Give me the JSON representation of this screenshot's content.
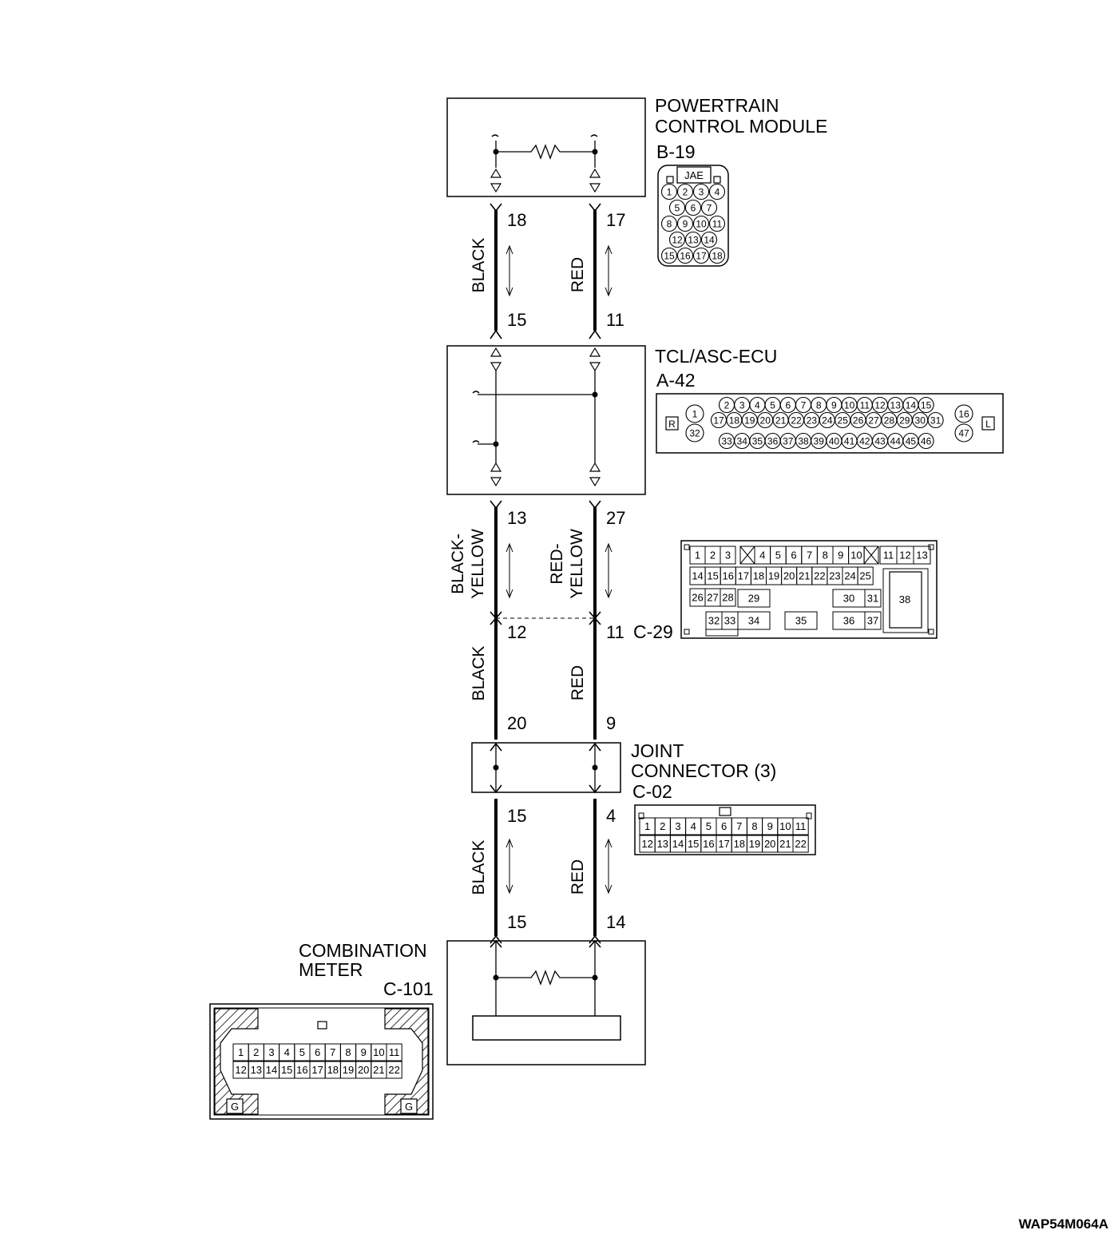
{
  "components": {
    "pcm": {
      "title1": "POWERTRAIN",
      "title2": "CONTROL MODULE",
      "connector": "B-19",
      "brand": "JAE"
    },
    "tcl": {
      "title": "TCL/ASC-ECU",
      "connector": "A-42",
      "left_mark": "R",
      "right_mark": "L"
    },
    "c29": {
      "connector": "C-29"
    },
    "joint": {
      "title1": "JOINT",
      "title2": "CONNECTOR (3)",
      "connector": "C-02"
    },
    "meter": {
      "title1": "COMBINATION",
      "title2": "METER",
      "connector": "C-101",
      "mark": "G"
    }
  },
  "wires": {
    "seg1": {
      "left_label": "BLACK",
      "right_label": "RED",
      "left_top": "18",
      "right_top": "17",
      "left_bottom": "15",
      "right_bottom": "11"
    },
    "seg2": {
      "left_label1": "BLACK-",
      "left_label2": "YELLOW",
      "right_label1": "RED-",
      "right_label2": "YELLOW",
      "left_top": "13",
      "right_top": "27",
      "left_bottom": "12",
      "right_bottom": "11"
    },
    "seg3": {
      "left_label": "BLACK",
      "right_label": "RED",
      "left_bottom": "20",
      "right_bottom": "9"
    },
    "seg4": {
      "left_label": "BLACK",
      "right_label": "RED",
      "left_top": "15",
      "right_top": "4",
      "left_bottom": "15",
      "right_bottom": "14"
    }
  },
  "b19_pins": [
    [
      "1",
      "2",
      "3",
      "4"
    ],
    [
      "5",
      "6",
      "7"
    ],
    [
      "8",
      "9",
      "10",
      "11"
    ],
    [
      "12",
      "13",
      "14"
    ],
    [
      "15",
      "16",
      "17",
      "18"
    ]
  ],
  "a42_pins": {
    "left": [
      "1",
      "32"
    ],
    "top": [
      "2",
      "3",
      "4",
      "5",
      "6",
      "7",
      "8",
      "9",
      "10",
      "11",
      "12",
      "13",
      "14",
      "15"
    ],
    "middle": [
      "17",
      "18",
      "19",
      "20",
      "21",
      "22",
      "23",
      "24",
      "25",
      "26",
      "27",
      "28",
      "29",
      "30",
      "31"
    ],
    "bottom": [
      "33",
      "34",
      "35",
      "36",
      "37",
      "38",
      "39",
      "40",
      "41",
      "42",
      "43",
      "44",
      "45",
      "46"
    ],
    "right": [
      "16",
      "47"
    ]
  },
  "c29_pins": {
    "row1a": [
      "1",
      "2",
      "3"
    ],
    "row1b": [
      "4",
      "5",
      "6",
      "7",
      "8",
      "9",
      "10"
    ],
    "row1c": [
      "11",
      "12",
      "13"
    ],
    "row2": [
      "14",
      "15",
      "16",
      "17",
      "18",
      "19",
      "20",
      "21",
      "22",
      "23",
      "24",
      "25"
    ],
    "row3a": [
      "26",
      "27",
      "28"
    ],
    "p29": "29",
    "p30": "30",
    "p31": "31",
    "p38": "38",
    "row4a": [
      "32",
      "33"
    ],
    "p34": "34",
    "p35": "35",
    "p36": "36",
    "p37": "37"
  },
  "c02_pins": {
    "top": [
      "1",
      "2",
      "3",
      "4",
      "5",
      "6",
      "7",
      "8",
      "9",
      "10",
      "11"
    ],
    "bottom": [
      "12",
      "13",
      "14",
      "15",
      "16",
      "17",
      "18",
      "19",
      "20",
      "21",
      "22"
    ]
  },
  "c101_pins": {
    "top": [
      "1",
      "2",
      "3",
      "4",
      "5",
      "6",
      "7",
      "8",
      "9",
      "10",
      "11"
    ],
    "bottom": [
      "12",
      "13",
      "14",
      "15",
      "16",
      "17",
      "18",
      "19",
      "20",
      "21",
      "22"
    ]
  },
  "figure_code": "WAP54M064A"
}
